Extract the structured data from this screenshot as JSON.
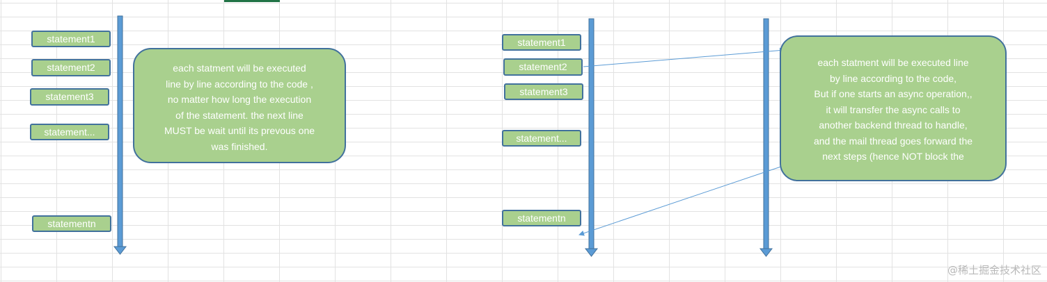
{
  "left_diagram": {
    "statements": [
      "statement1",
      "statement2",
      "statement3",
      "statement...",
      "statementn"
    ],
    "note_lines": [
      "each statment will be  executed",
      "line by line according to the code ,",
      "no matter how long  the execution",
      "of the statement. the next line",
      "MUST be wait until its prevous one",
      "was finished."
    ]
  },
  "right_diagram": {
    "statements": [
      "statement1",
      "statement2",
      "statement3",
      "statement...",
      "statementn"
    ],
    "note_lines": [
      "each statment will be  executed  line",
      "by line according to the code,",
      "But if one starts an async operation,,",
      "it will transfer the async calls to",
      "another backend thread to handle,",
      "and the mail thread goes forward the",
      "next steps (hence NOT block the"
    ]
  },
  "watermark": "@稀土掘金技术社区",
  "colors": {
    "box_fill": "#a9d08e",
    "box_border": "#41719c",
    "timeline": "#5b9bd5",
    "connector": "#5b9bd5"
  }
}
